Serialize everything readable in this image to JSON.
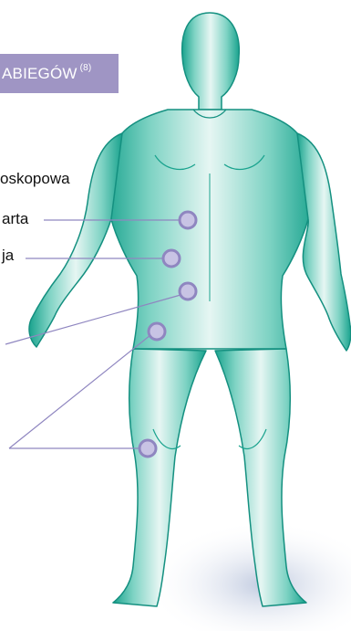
{
  "banner": {
    "text": "ABIEGÓW",
    "note": "(8)"
  },
  "labels": [
    {
      "id": "procedure-1",
      "text": "oskopowa"
    },
    {
      "id": "procedure-2",
      "text": "arta"
    },
    {
      "id": "procedure-3",
      "text": "ja"
    }
  ],
  "colors": {
    "banner_bg": "#9f95c4",
    "body_dark": "#1aa38e",
    "body_mid": "#6fcdbd",
    "body_light": "#dff3ef",
    "marker_ring": "#8f86c0",
    "marker_fill": "#c8c3e4",
    "leader_line": "#8f86c0"
  }
}
